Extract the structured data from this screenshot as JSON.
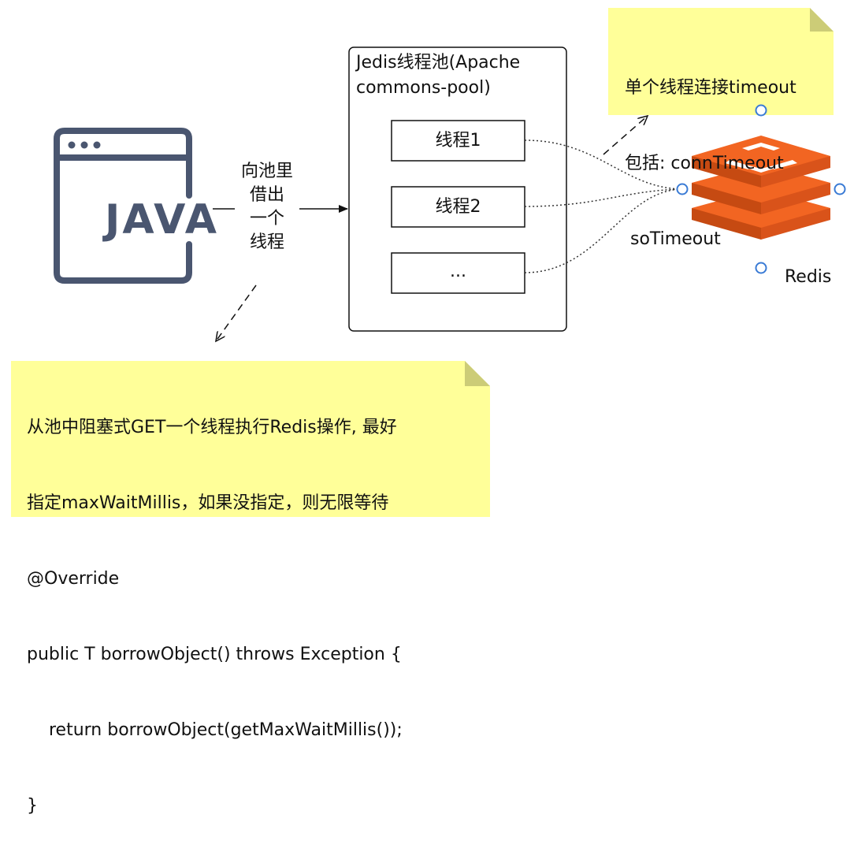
{
  "java_app": {
    "label": "JAVA",
    "icon": "browser-window-icon"
  },
  "borrow_label": [
    "向池里",
    "借出",
    "一个",
    "线程"
  ],
  "pool": {
    "title_lines": [
      "Jedis线程池(Apache",
      "commons-pool)"
    ],
    "threads": [
      "线程1",
      "线程2",
      "..."
    ]
  },
  "timeout_note": {
    "lines": [
      "单个线程连接timeout",
      "包括: connTimeout",
      " soTimeout"
    ]
  },
  "redis": {
    "label": "Redis",
    "icon": "redis-logo-icon",
    "brand_color": "#f26522"
  },
  "borrow_note": {
    "lines": [
      "从池中阻塞式GET一个线程执行Redis操作, 最好",
      "指定maxWaitMillis，如果没指定，则无限等待",
      "@Override",
      "public T borrowObject() throws Exception {",
      "    return borrowObject(getMaxWaitMillis());",
      "}"
    ]
  },
  "colors": {
    "note_fill": "#ffff99",
    "note_fold": "#cccc77",
    "java_icon": "#4a5670",
    "handle": "#3a7bd5"
  }
}
